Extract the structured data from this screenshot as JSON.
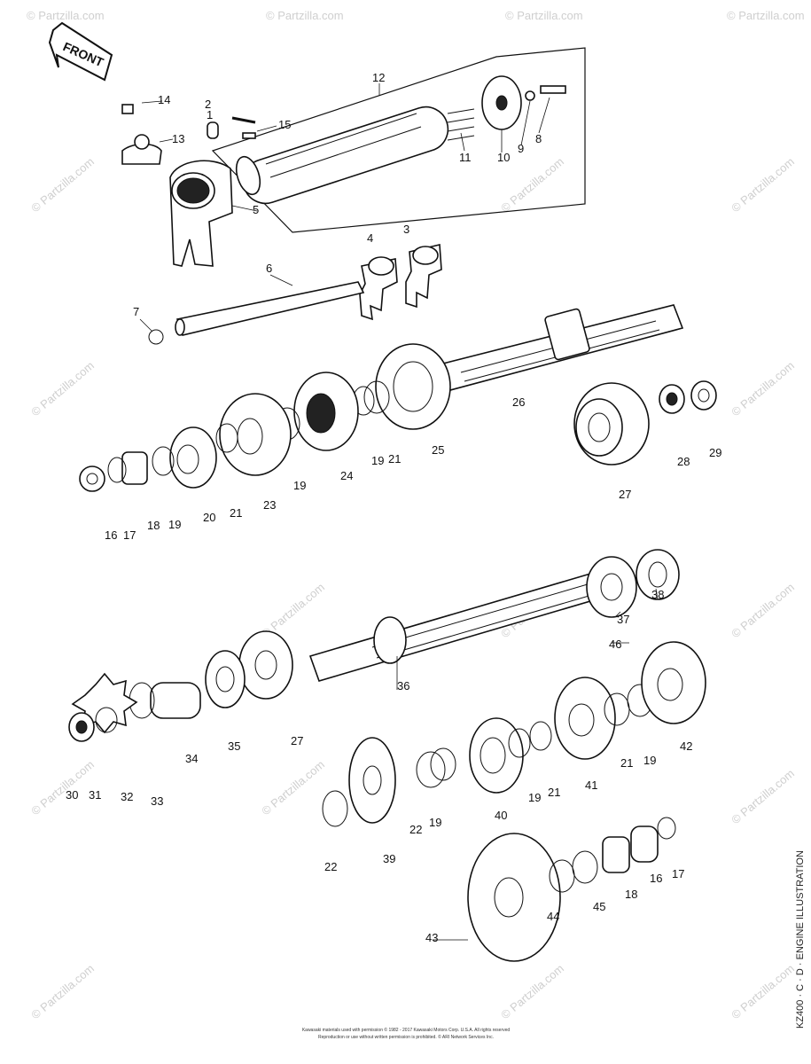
{
  "front_label": "FRONT",
  "watermark": "© Partzilla.com",
  "side_text": "KZ400 · C · D · ENGINE ILLUSTRATION",
  "footer": {
    "line1": "Kawasaki materials used with permission © 1982 - 2017 Kawasaki Motors Corp. U.S.A. All rights reserved",
    "line2": "Reproduction or use without written permission is prohibited. © ARI Network Services Inc."
  },
  "callouts": [
    "1",
    "2",
    "3",
    "4",
    "5",
    "6",
    "7",
    "8",
    "9",
    "10",
    "11",
    "12",
    "13",
    "14",
    "15",
    "16",
    "17",
    "18",
    "19",
    "20",
    "21",
    "22",
    "23",
    "24",
    "25",
    "26",
    "27",
    "28",
    "29",
    "30",
    "31",
    "32",
    "33",
    "34",
    "35",
    "36",
    "37",
    "38",
    "39",
    "40",
    "41",
    "42",
    "43",
    "44",
    "45",
    "46"
  ]
}
